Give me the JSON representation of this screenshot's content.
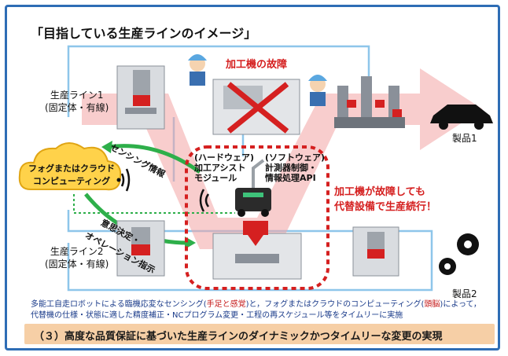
{
  "title": "「目指している生産ラインのイメージ」",
  "line1": {
    "name": "生産ライン1",
    "type": "(固定体・有線)"
  },
  "line2": {
    "name": "生産ライン2",
    "type": "(固定体・有線)"
  },
  "failure_label": "加工機の故障",
  "product1": "製品1",
  "product2": "製品2",
  "cloud_label": [
    "フォグまたはクラウド",
    "コンピューティング"
  ],
  "sensing_label": "センシング情報",
  "decision_label": "意思決定・",
  "operation_label": "オペレーション指示",
  "hardware": [
    "(ハードウェア)",
    "加工アシスト",
    "モジュール"
  ],
  "software": [
    "(ソフトウェア)",
    "計測器制御・",
    "情報処理API"
  ],
  "continue_label": [
    "加工機が故障しても",
    "代替設備で生産続行！"
  ],
  "description": {
    "p1": "多能工自走ロボットによる臨機応変なセンシング(",
    "h1": "手足と感覚",
    "p2": ")と，フォグまたはクラウドのコンピューティング(",
    "h2": "頭脳",
    "p3": ")によって，",
    "line2": "代替機の仕様・状態に適した精度補正・NCプログラム変更・工程の再スケジュール等をタイムリーに実施"
  },
  "bottom": "（３）高度な品質保証に基づいた生産ラインのダイナミックかつタイムリーな変更の実現",
  "colors": {
    "frame": "#2e6db5",
    "arrow": "#f08c8c",
    "accent": "#d52020",
    "bottom_bar": "#f6cfa6",
    "cloud": "#ffd24a"
  }
}
